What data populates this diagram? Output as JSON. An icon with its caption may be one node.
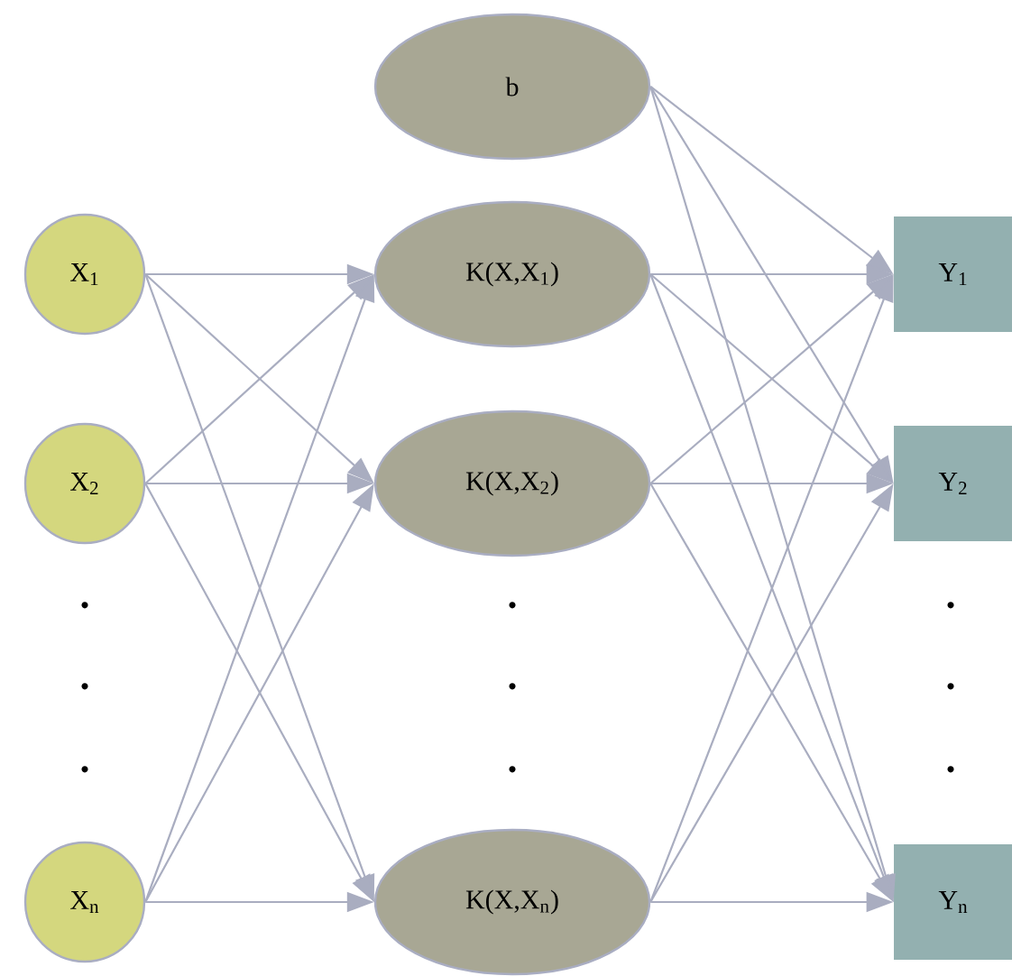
{
  "diagram": {
    "nodes": [
      {
        "text": [
          "X$_{1}$"
        ]
      },
      {
        "text": [
          "X$_{2}$"
        ]
      },
      {
        "text": [
          "X$_{n}$"
        ]
      },
      {
        "text": [
          "b"
        ]
      },
      {
        "text": [
          "K(X,X$_{1}$)"
        ]
      },
      {
        "text": [
          "K(X,X$_{2}$)"
        ]
      },
      {
        "text": [
          "K(X,X$_{n}$)"
        ]
      },
      {
        "text": [
          "Y$_{1}$"
        ]
      },
      {
        "text": [
          "Y$_{2}$"
        ]
      },
      {
        "text": [
          "Y$_{n}$"
        ]
      }
    ],
    "edges": [
      {
        "from": 0,
        "to": 4,
        "arrow": "to"
      },
      {
        "from": 0,
        "to": 5,
        "arrow": "to"
      },
      {
        "from": 0,
        "to": 6,
        "arrow": "to"
      },
      {
        "from": 1,
        "to": 4,
        "arrow": "to"
      },
      {
        "from": 1,
        "to": 5,
        "arrow": "to"
      },
      {
        "from": 1,
        "to": 6,
        "arrow": "to"
      },
      {
        "from": 2,
        "to": 4,
        "arrow": "to"
      },
      {
        "from": 2,
        "to": 5,
        "arrow": "to"
      },
      {
        "from": 2,
        "to": 6,
        "arrow": "to"
      },
      {
        "from": 3,
        "to": 7,
        "arrow": "to"
      },
      {
        "from": 3,
        "to": 8,
        "arrow": "to"
      },
      {
        "from": 3,
        "to": 9,
        "arrow": "to"
      },
      {
        "from": 4,
        "to": 7,
        "arrow": "to"
      },
      {
        "from": 4,
        "to": 8,
        "arrow": "to"
      },
      {
        "from": 4,
        "to": 9,
        "arrow": "to"
      },
      {
        "from": 5,
        "to": 7,
        "arrow": "to"
      },
      {
        "from": 5,
        "to": 8,
        "arrow": "to"
      },
      {
        "from": 5,
        "to": 9,
        "arrow": "to"
      },
      {
        "from": 6,
        "to": 7,
        "arrow": "to"
      },
      {
        "from": 6,
        "to": 8,
        "arrow": "to"
      },
      {
        "from": 6,
        "to": 9,
        "arrow": "to"
      }
    ],
    "labels": [
      "•",
      "•",
      "•",
      "•",
      "•",
      "•",
      "•",
      "•",
      "•"
    ]
  }
}
